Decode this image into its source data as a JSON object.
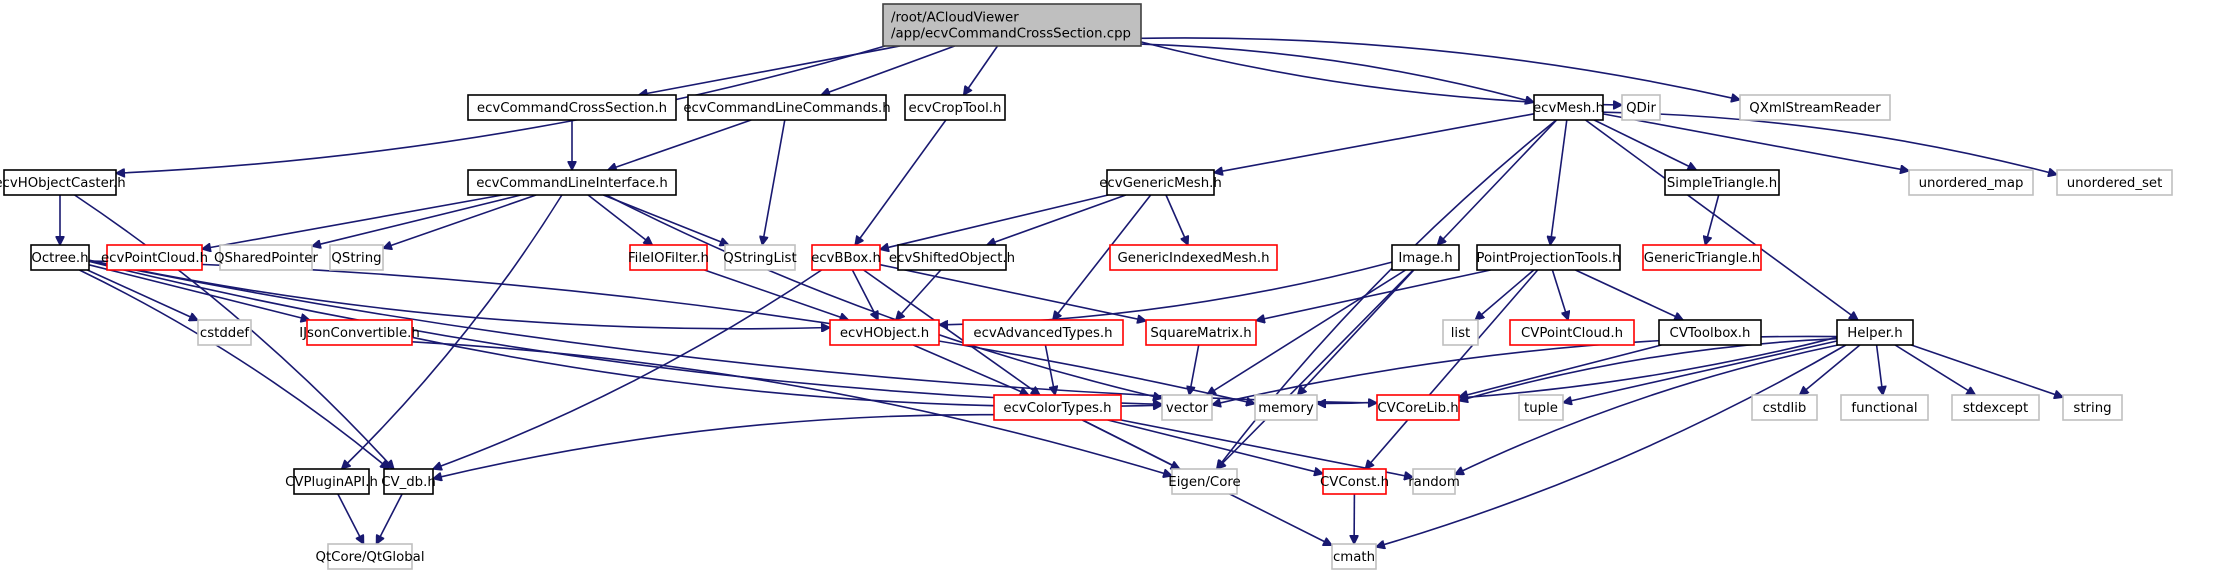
{
  "title": "/root/ACloudViewer/app/ecvCommandCrossSection.cpp",
  "colors": {
    "edge": "#191970",
    "root_fill": "#bfbfbf",
    "root_border": "#404040",
    "documented_border": "#000000",
    "undocumented_border": "#ff0000",
    "external_border": "#bfbfbf",
    "node_fill": "#ffffff"
  },
  "nodes": [
    {
      "id": "root",
      "lines": [
        "/root/ACloudViewer",
        "/app/ecvCommandCrossSection.cpp"
      ],
      "kind": "root"
    },
    {
      "id": "ecvCommandCrossSection_h",
      "lines": [
        "ecvCommandCrossSection.h"
      ],
      "kind": "documented"
    },
    {
      "id": "ecvCommandLineCommands_h",
      "lines": [
        "ecvCommandLineCommands.h"
      ],
      "kind": "documented"
    },
    {
      "id": "ecvCropTool_h",
      "lines": [
        "ecvCropTool.h"
      ],
      "kind": "documented"
    },
    {
      "id": "ecvMesh_h",
      "lines": [
        "ecvMesh.h"
      ],
      "kind": "documented"
    },
    {
      "id": "QDir",
      "lines": [
        "QDir"
      ],
      "kind": "external"
    },
    {
      "id": "QXmlStreamReader",
      "lines": [
        "QXmlStreamReader"
      ],
      "kind": "external"
    },
    {
      "id": "ecvHObjectCaster_h",
      "lines": [
        "ecvHObjectCaster.h"
      ],
      "kind": "documented"
    },
    {
      "id": "ecvCommandLineInterface_h",
      "lines": [
        "ecvCommandLineInterface.h"
      ],
      "kind": "documented"
    },
    {
      "id": "ecvGenericMesh_h",
      "lines": [
        "ecvGenericMesh.h"
      ],
      "kind": "documented"
    },
    {
      "id": "SimpleTriangle_h",
      "lines": [
        "SimpleTriangle.h"
      ],
      "kind": "documented"
    },
    {
      "id": "unordered_map",
      "lines": [
        "unordered_map"
      ],
      "kind": "external"
    },
    {
      "id": "unordered_set",
      "lines": [
        "unordered_set"
      ],
      "kind": "external"
    },
    {
      "id": "Octree_h",
      "lines": [
        "Octree.h"
      ],
      "kind": "documented"
    },
    {
      "id": "ecvPointCloud_h",
      "lines": [
        "ecvPointCloud.h"
      ],
      "kind": "undocumented"
    },
    {
      "id": "QSharedPointer",
      "lines": [
        "QSharedPointer"
      ],
      "kind": "external"
    },
    {
      "id": "QString",
      "lines": [
        "QString"
      ],
      "kind": "external"
    },
    {
      "id": "FileIOFilter_h",
      "lines": [
        "FileIOFilter.h"
      ],
      "kind": "undocumented"
    },
    {
      "id": "QStringList",
      "lines": [
        "QStringList"
      ],
      "kind": "external"
    },
    {
      "id": "ecvBBox_h",
      "lines": [
        "ecvBBox.h"
      ],
      "kind": "undocumented"
    },
    {
      "id": "ecvShiftedObject_h",
      "lines": [
        "ecvShiftedObject.h"
      ],
      "kind": "documented"
    },
    {
      "id": "GenericIndexedMesh_h",
      "lines": [
        "GenericIndexedMesh.h"
      ],
      "kind": "undocumented"
    },
    {
      "id": "Image_h",
      "lines": [
        "Image.h"
      ],
      "kind": "documented"
    },
    {
      "id": "PointProjectionTools_h",
      "lines": [
        "PointProjectionTools.h"
      ],
      "kind": "documented"
    },
    {
      "id": "GenericTriangle_h",
      "lines": [
        "GenericTriangle.h"
      ],
      "kind": "undocumented"
    },
    {
      "id": "cstddef",
      "lines": [
        "cstddef"
      ],
      "kind": "external"
    },
    {
      "id": "IJsonConvertible_h",
      "lines": [
        "IJsonConvertible.h"
      ],
      "kind": "undocumented"
    },
    {
      "id": "ecvHObject_h",
      "lines": [
        "ecvHObject.h"
      ],
      "kind": "undocumented"
    },
    {
      "id": "ecvAdvancedTypes_h",
      "lines": [
        "ecvAdvancedTypes.h"
      ],
      "kind": "undocumented"
    },
    {
      "id": "SquareMatrix_h",
      "lines": [
        "SquareMatrix.h"
      ],
      "kind": "undocumented"
    },
    {
      "id": "list",
      "lines": [
        "list"
      ],
      "kind": "external"
    },
    {
      "id": "CVPointCloud_h",
      "lines": [
        "CVPointCloud.h"
      ],
      "kind": "undocumented"
    },
    {
      "id": "CVToolbox_h",
      "lines": [
        "CVToolbox.h"
      ],
      "kind": "documented"
    },
    {
      "id": "Helper_h",
      "lines": [
        "Helper.h"
      ],
      "kind": "documented"
    },
    {
      "id": "ecvColorTypes_h",
      "lines": [
        "ecvColorTypes.h"
      ],
      "kind": "undocumented"
    },
    {
      "id": "vector",
      "lines": [
        "vector"
      ],
      "kind": "external"
    },
    {
      "id": "memory",
      "lines": [
        "memory"
      ],
      "kind": "external"
    },
    {
      "id": "CVCoreLib_h",
      "lines": [
        "CVCoreLib.h"
      ],
      "kind": "undocumented"
    },
    {
      "id": "tuple",
      "lines": [
        "tuple"
      ],
      "kind": "external"
    },
    {
      "id": "cstdlib",
      "lines": [
        "cstdlib"
      ],
      "kind": "external"
    },
    {
      "id": "functional",
      "lines": [
        "functional"
      ],
      "kind": "external"
    },
    {
      "id": "stdexcept",
      "lines": [
        "stdexcept"
      ],
      "kind": "external"
    },
    {
      "id": "string",
      "lines": [
        "string"
      ],
      "kind": "external"
    },
    {
      "id": "CVPluginAPI_h",
      "lines": [
        "CVPluginAPI.h"
      ],
      "kind": "documented"
    },
    {
      "id": "CV_db_h",
      "lines": [
        "CV_db.h"
      ],
      "kind": "documented"
    },
    {
      "id": "Eigen_Core",
      "lines": [
        "Eigen/Core"
      ],
      "kind": "external"
    },
    {
      "id": "CVConst_h",
      "lines": [
        "CVConst.h"
      ],
      "kind": "undocumented"
    },
    {
      "id": "random",
      "lines": [
        "random"
      ],
      "kind": "external"
    },
    {
      "id": "QtCore_QtGlobal",
      "lines": [
        "QtCore/QtGlobal"
      ],
      "kind": "external"
    },
    {
      "id": "cmath",
      "lines": [
        "cmath"
      ],
      "kind": "external"
    }
  ],
  "edges": [
    [
      "root",
      "ecvHObjectCaster_h"
    ],
    [
      "root",
      "ecvCommandCrossSection_h"
    ],
    [
      "root",
      "ecvCommandLineCommands_h"
    ],
    [
      "root",
      "ecvCropTool_h"
    ],
    [
      "root",
      "ecvMesh_h"
    ],
    [
      "root",
      "QDir"
    ],
    [
      "root",
      "QXmlStreamReader"
    ],
    [
      "ecvCommandCrossSection_h",
      "ecvCommandLineInterface_h"
    ],
    [
      "ecvCommandLineCommands_h",
      "ecvCommandLineInterface_h"
    ],
    [
      "ecvCommandLineCommands_h",
      "QStringList"
    ],
    [
      "ecvCropTool_h",
      "ecvBBox_h"
    ],
    [
      "ecvHObjectCaster_h",
      "Octree_h"
    ],
    [
      "ecvHObjectCaster_h",
      "CV_db_h"
    ],
    [
      "ecvCommandLineInterface_h",
      "ecvPointCloud_h"
    ],
    [
      "ecvCommandLineInterface_h",
      "QSharedPointer"
    ],
    [
      "ecvCommandLineInterface_h",
      "QString"
    ],
    [
      "ecvCommandLineInterface_h",
      "FileIOFilter_h"
    ],
    [
      "ecvCommandLineInterface_h",
      "QStringList"
    ],
    [
      "ecvCommandLineInterface_h",
      "CVPluginAPI_h"
    ],
    [
      "ecvCommandLineInterface_h",
      "vector"
    ],
    [
      "ecvMesh_h",
      "ecvGenericMesh_h"
    ],
    [
      "ecvMesh_h",
      "Image_h"
    ],
    [
      "ecvMesh_h",
      "PointProjectionTools_h"
    ],
    [
      "ecvMesh_h",
      "SimpleTriangle_h"
    ],
    [
      "ecvMesh_h",
      "Helper_h"
    ],
    [
      "ecvMesh_h",
      "unordered_map"
    ],
    [
      "ecvMesh_h",
      "unordered_set"
    ],
    [
      "ecvMesh_h",
      "Eigen_Core"
    ],
    [
      "ecvGenericMesh_h",
      "ecvBBox_h"
    ],
    [
      "ecvGenericMesh_h",
      "ecvShiftedObject_h"
    ],
    [
      "ecvGenericMesh_h",
      "GenericIndexedMesh_h"
    ],
    [
      "ecvGenericMesh_h",
      "ecvAdvancedTypes_h"
    ],
    [
      "SimpleTriangle_h",
      "GenericTriangle_h"
    ],
    [
      "Octree_h",
      "cstddef"
    ],
    [
      "Octree_h",
      "IJsonConvertible_h"
    ],
    [
      "Octree_h",
      "ecvHObject_h"
    ],
    [
      "Octree_h",
      "CV_db_h"
    ],
    [
      "Octree_h",
      "vector"
    ],
    [
      "Octree_h",
      "memory"
    ],
    [
      "Octree_h",
      "CVCoreLib_h"
    ],
    [
      "FileIOFilter_h",
      "ecvHObject_h"
    ],
    [
      "ecvBBox_h",
      "ecvHObject_h"
    ],
    [
      "ecvBBox_h",
      "SquareMatrix_h"
    ],
    [
      "ecvBBox_h",
      "ecvColorTypes_h"
    ],
    [
      "ecvBBox_h",
      "CV_db_h"
    ],
    [
      "ecvShiftedObject_h",
      "ecvHObject_h"
    ],
    [
      "Image_h",
      "ecvHObject_h"
    ],
    [
      "Image_h",
      "vector"
    ],
    [
      "Image_h",
      "memory"
    ],
    [
      "Image_h",
      "Eigen_Core"
    ],
    [
      "PointProjectionTools_h",
      "SquareMatrix_h"
    ],
    [
      "PointProjectionTools_h",
      "list"
    ],
    [
      "PointProjectionTools_h",
      "CVPointCloud_h"
    ],
    [
      "PointProjectionTools_h",
      "CVToolbox_h"
    ],
    [
      "PointProjectionTools_h",
      "CVConst_h"
    ],
    [
      "IJsonConvertible_h",
      "vector"
    ],
    [
      "IJsonConvertible_h",
      "Eigen_Core"
    ],
    [
      "ecvHObject_h",
      "ecvColorTypes_h"
    ],
    [
      "ecvAdvancedTypes_h",
      "ecvColorTypes_h"
    ],
    [
      "SquareMatrix_h",
      "vector"
    ],
    [
      "CVToolbox_h",
      "CVCoreLib_h"
    ],
    [
      "Helper_h",
      "vector"
    ],
    [
      "Helper_h",
      "memory"
    ],
    [
      "Helper_h",
      "CVCoreLib_h"
    ],
    [
      "Helper_h",
      "tuple"
    ],
    [
      "Helper_h",
      "cstdlib"
    ],
    [
      "Helper_h",
      "functional"
    ],
    [
      "Helper_h",
      "stdexcept"
    ],
    [
      "Helper_h",
      "string"
    ],
    [
      "Helper_h",
      "random"
    ],
    [
      "Helper_h",
      "cmath"
    ],
    [
      "ecvColorTypes_h",
      "CV_db_h"
    ],
    [
      "ecvColorTypes_h",
      "Eigen_Core"
    ],
    [
      "ecvColorTypes_h",
      "CVConst_h"
    ],
    [
      "ecvColorTypes_h",
      "random"
    ],
    [
      "ecvColorTypes_h",
      "cmath"
    ],
    [
      "CVConst_h",
      "cmath"
    ],
    [
      "CVPluginAPI_h",
      "QtCore_QtGlobal"
    ],
    [
      "CV_db_h",
      "QtCore_QtGlobal"
    ]
  ]
}
